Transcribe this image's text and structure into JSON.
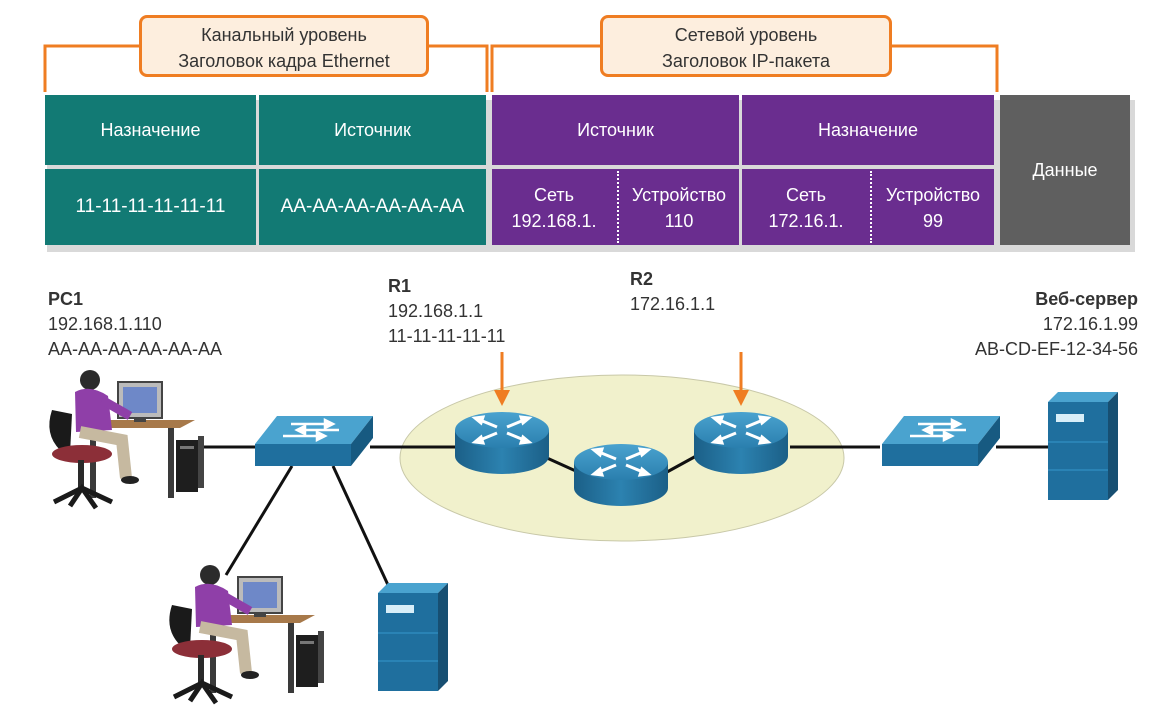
{
  "callouts": {
    "datalink": {
      "line1": "Канальный уровень",
      "line2": "Заголовок кадра Ethernet"
    },
    "network": {
      "line1": "Сетевой уровень",
      "line2": "Заголовок IP-пакета"
    }
  },
  "frame": {
    "eth_dest_header": "Назначение",
    "eth_src_header": "Источник",
    "ip_src_header": "Источник",
    "ip_dest_header": "Назначение",
    "data_header": "Данные",
    "eth_dest_value": "11-11-11-11-11-11",
    "eth_src_value": "AA-AA-AA-AA-AA-AA",
    "ip_src_net_label": "Сеть",
    "ip_src_net_value": "192.168.1.",
    "ip_src_dev_label": "Устройство",
    "ip_src_dev_value": "110",
    "ip_dst_net_label": "Сеть",
    "ip_dst_net_value": "172.16.1.",
    "ip_dst_dev_label": "Устройство",
    "ip_dst_dev_value": "99"
  },
  "devices": {
    "pc1": {
      "name": "PC1",
      "ip": "192.168.1.110",
      "mac": "AA-AA-AA-AA-AA-AA"
    },
    "r1": {
      "name": "R1",
      "ip": "192.168.1.1",
      "mac": "11-11-11-11-11"
    },
    "r2": {
      "name": "R2",
      "ip": "172.16.1.1"
    },
    "web": {
      "name": "Веб-сервер",
      "ip": "172.16.1.99",
      "mac": "AB-CD-EF-12-34-56"
    }
  },
  "colors": {
    "teal": "#127a74",
    "purple": "#6a2d8f",
    "gray": "#5f5f5f",
    "orange": "#ef7d22",
    "device_blue": "#1f6f9e"
  },
  "icons": [
    "pc-workstation-icon",
    "switch-icon",
    "router-icon",
    "server-icon",
    "arrow-down-icon"
  ]
}
